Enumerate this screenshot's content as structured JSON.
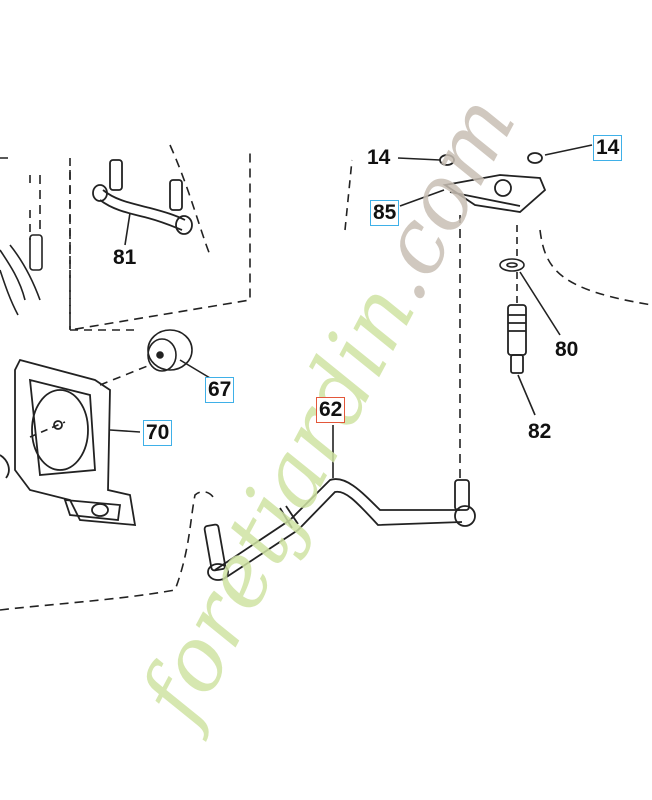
{
  "callouts": {
    "p14a": "14",
    "p14b": "14",
    "p85": "85",
    "p81": "81",
    "p80": "80",
    "p67": "67",
    "p70": "70",
    "p62": "62",
    "p82": "82"
  },
  "watermark": {
    "text_part1": "foret",
    "text_part2": "jardin",
    "text_part3": ".com",
    "colors": {
      "primary": "#cfe3a3",
      "accent": "#f2c38c",
      "dark": "#c8bfb4"
    }
  },
  "colors": {
    "box_blue": "#3fb0e8",
    "box_red": "#e3573a",
    "line": "#222222"
  }
}
